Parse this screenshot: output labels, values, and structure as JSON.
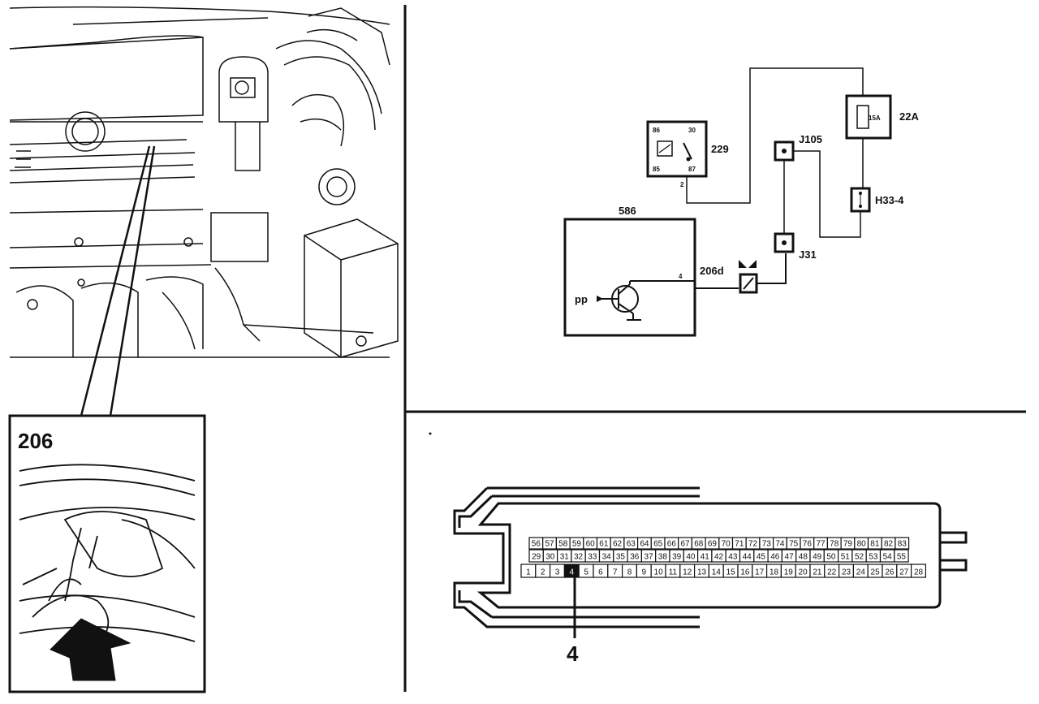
{
  "engine_bay": {
    "callout_label": "206"
  },
  "circuit": {
    "ecu_label": "586",
    "pin_label": "4",
    "connector_label": "206d",
    "input_label": "pp",
    "relay_label": "229",
    "relay_pins": [
      "86",
      "30",
      "85",
      "87"
    ],
    "relay_terminal_bottom": "2",
    "splice_j105_label": "J105",
    "splice_j31_label": "J31",
    "fuse_label": "22A",
    "fuse_value": "15A",
    "connector_h33_label": "H33-4"
  },
  "ecu_connector": {
    "row1_start": 56,
    "row1_end": 83,
    "row2_start": 29,
    "row2_end": 55,
    "row3_start": 1,
    "row3_end": 28,
    "highlight_pin": 4,
    "callout_label": "4"
  }
}
